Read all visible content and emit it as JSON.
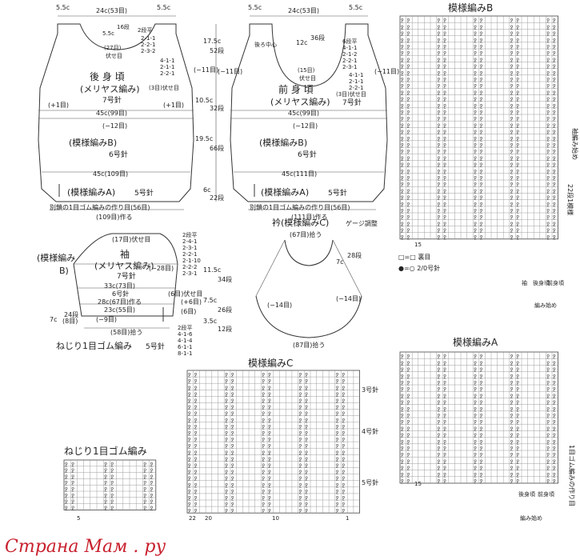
{
  "back_body": {
    "title": "後 身 頃",
    "stitch": "(メリヤス編み)",
    "needle": "7号針",
    "top_shoulder_left": "5.5c",
    "top_neck": "24c(53目)",
    "top_shoulder_right": "5.5c",
    "neck_depth": "5.5c",
    "neck_rows": "16段",
    "neck_sts": "(27目)",
    "neck_bind": "伏せ目",
    "neck_dec": [
      "2段平",
      "2-1-1",
      "2-2-1",
      "2-3-2"
    ],
    "armhole_dec": [
      "4-1-1",
      "2-1-1",
      "2-2-1",
      "(3目)伏せ目"
    ],
    "minus11": "(−11目)",
    "plus1_left": "(+1目)",
    "plus1_right": "(+1目)",
    "width_upper": "45c(99目)",
    "minus12": "(−12目)",
    "pattern_b": "(模様編みB)",
    "needle_b": "6号針",
    "width_lower": "45c(109目)",
    "pattern_a": "(模様編みA)",
    "needle_a": "5号針",
    "cast_on": "別鎖の1目ゴム編みの作り目(56目)",
    "total": "(109目)作る"
  },
  "front_body": {
    "title": "前 身 頃",
    "stitch": "(メリヤス編み)",
    "needle": "7号針",
    "top_shoulder_left": "5.5c",
    "top_neck": "24c(53目)",
    "top_shoulder_right": "5.5c",
    "back_center": "後ろ中心",
    "neck_depth": "12c",
    "neck_rows": "36段",
    "neck_sts": "(15目)",
    "neck_bind": "伏せ目",
    "neck_dec": [
      "6段平",
      "4-1-1",
      "2-1-2",
      "2-2-1",
      "2-3-1"
    ],
    "armhole_dec": [
      "4-1-1",
      "2-1-1",
      "2-2-1",
      "(3目)伏せ目"
    ],
    "minus11_left": "(−11目)",
    "minus11_right": "(−11目)",
    "width_upper": "45c(99目)",
    "minus12": "(−12目)",
    "pattern_b": "(模様編みB)",
    "needle_b": "6号針",
    "width_lower": "45c(111目)",
    "pattern_a": "(模様編みA)",
    "needle_a": "5号針",
    "cast_on": "別鎖の1目ゴム編みの作り目(56目)",
    "total": "(111目)作る"
  },
  "side_measures": {
    "a": "17.5c",
    "a_rows": "52段",
    "b": "10.5c",
    "b_rows": "32段",
    "c": "19.5c",
    "c_rows": "66段",
    "d": "6c",
    "d_rows": "22段"
  },
  "sleeve": {
    "title": "袖",
    "stitch": "(メリヤス編み)",
    "needle": "7号針",
    "top": "(17目)伏せ目",
    "cap_dec": [
      "2段平",
      "2-4-1",
      "2-3-1",
      "2-2-1",
      "2-1-10",
      "2-2-2",
      "2-3-1"
    ],
    "minus28": "(−28目)",
    "pattern_b_left": "(模様編み",
    "pattern_b_right": "B)",
    "width": "33c(73目)",
    "needle_b": "6号針",
    "bind_off": "(6目)伏せ目",
    "w2": "28c(67目)作る",
    "w3": "23c(55目)",
    "minus9": "(−9目)",
    "plus6": "(+6目)",
    "plus6b": "(6目)",
    "p8": "(8目)",
    "left_meas": "7c",
    "left_rows": "24段",
    "cap_h": "11.5c",
    "cap_rows": "34段",
    "h2": "7.5c",
    "h2_rows": "26段",
    "h3": "3.5c",
    "h3_rows": "12段",
    "pickup": "(58目)拾う",
    "cuff": "ねじり1目ゴム編み",
    "inc": [
      "2段平",
      "4-1-6",
      "4-1-4",
      "6-1-1",
      "8-1-1"
    ],
    "needle_c": "5号針"
  },
  "collar": {
    "title": "衿(模様編みC)",
    "note": "ゲージ調整",
    "top": "(67目)拾う",
    "side": "7c",
    "side_rows": "28段",
    "minus14a": "(−14目)",
    "minus14b": "(−14目)",
    "bottom": "(87目)拾う"
  },
  "chart_b": {
    "title": "模様編みB",
    "label_start": "袖編み始め",
    "label_rep": "22段1模様",
    "legend_purl": "□=□ 裏目",
    "legend_sym": "●=○ 2/0号針",
    "bottom_labels": [
      "袖",
      "後身頃",
      "前身頃",
      "編み始め"
    ],
    "col_num": "15"
  },
  "chart_a": {
    "title": "模様編みA",
    "side_label": "1目ゴム編みの作り目",
    "bottom_labels": [
      "後身頃",
      "前身頃",
      "編み始め"
    ],
    "col_num": "15"
  },
  "chart_c": {
    "title": "模様編みC",
    "needles": [
      "3号針",
      "4号針",
      "5号針"
    ],
    "col_nums": [
      "22",
      "20",
      "10",
      "1"
    ]
  },
  "chart_twist": {
    "title": "ねじり1目ゴム編み",
    "col_num": "5"
  },
  "watermark": "Страна Мам . ру"
}
